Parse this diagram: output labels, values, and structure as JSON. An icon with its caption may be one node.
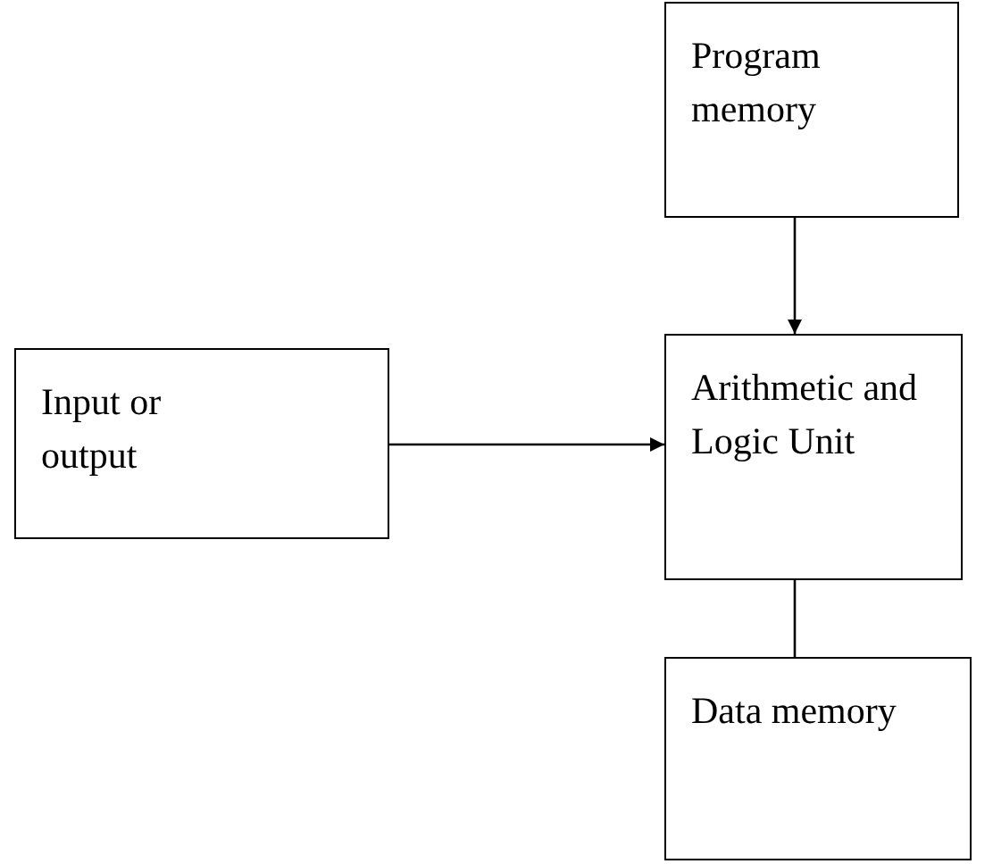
{
  "diagram": {
    "nodes": [
      {
        "text": [
          "Program memory"
        ]
      },
      {
        "text": [
          "Arithmetic and Logic Unit"
        ]
      },
      {
        "text": [
          "Input or output"
        ]
      },
      {
        "text": [
          "Data memory"
        ]
      }
    ],
    "edges": [
      {
        "from": 0,
        "to": 1,
        "arrow": "to"
      },
      {
        "from": 2,
        "to": 1,
        "arrow": "to"
      },
      {
        "from": 1,
        "to": 3,
        "arrow": "none"
      }
    ]
  }
}
